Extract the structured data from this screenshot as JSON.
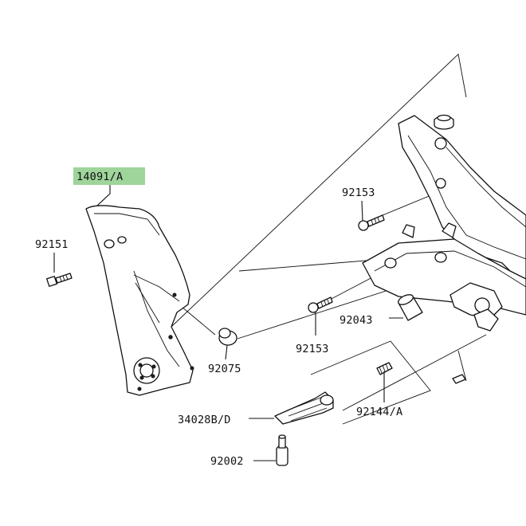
{
  "diagram": {
    "parts": [
      {
        "id": "p14091A",
        "number": "14091/A",
        "highlighted": true
      },
      {
        "id": "p92151",
        "number": "92151",
        "highlighted": false
      },
      {
        "id": "p92153a",
        "number": "92153",
        "highlighted": false
      },
      {
        "id": "p92153b",
        "number": "92153",
        "highlighted": false
      },
      {
        "id": "p92043",
        "number": "92043",
        "highlighted": false
      },
      {
        "id": "p92075",
        "number": "92075",
        "highlighted": false
      },
      {
        "id": "p34028BD",
        "number": "34028B/D",
        "highlighted": false
      },
      {
        "id": "p92144A",
        "number": "92144/A",
        "highlighted": false
      },
      {
        "id": "p92002",
        "number": "92002",
        "highlighted": false
      }
    ]
  },
  "colors": {
    "highlight": "#9fd49a",
    "line": "#111111",
    "background": "#ffffff"
  }
}
